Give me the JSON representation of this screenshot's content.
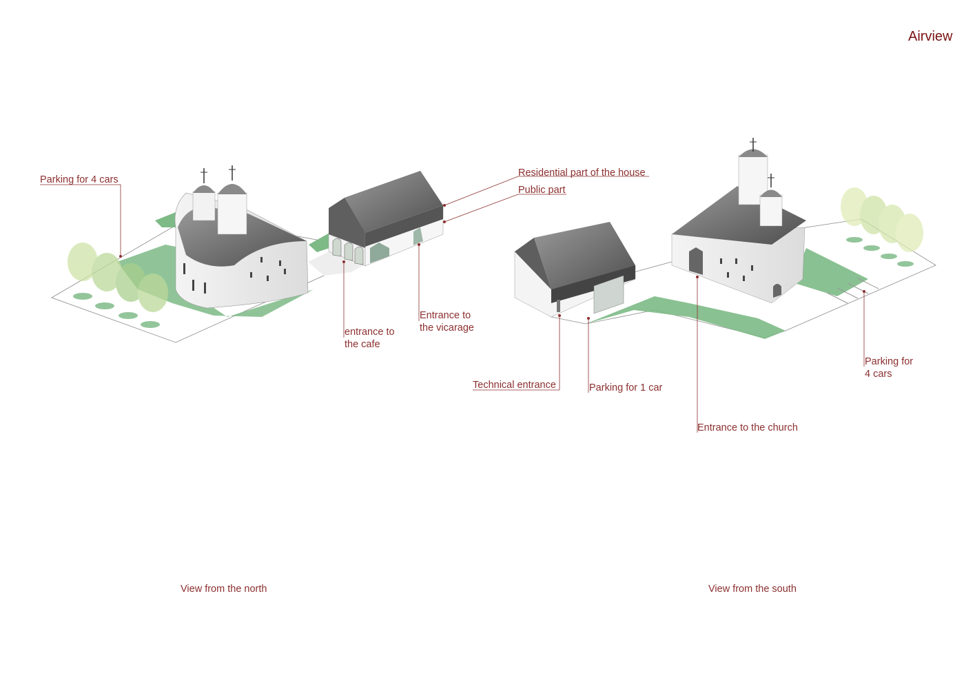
{
  "title": "Airview",
  "north_view": {
    "caption": "View from the north",
    "labels": {
      "parking_4": "Parking for 4 cars",
      "cafe_entrance_1": "entrance to",
      "cafe_entrance_2": "the cafe",
      "vicarage_entrance_1": "Entrance to",
      "vicarage_entrance_2": "the vicarage",
      "residential": "Residential part of the house",
      "public": "Public part"
    }
  },
  "south_view": {
    "caption": "View from the south",
    "labels": {
      "technical": "Technical entrance",
      "parking_1": "Parking for 1 car",
      "church_entrance": "Entrance to the church",
      "parking_4_1": "Parking for",
      "parking_4_2": "4 cars"
    }
  },
  "colors": {
    "label": "#8c2f2f",
    "title": "#7a1212",
    "grass": "#6fb27a",
    "roof": "#6b6b6b"
  }
}
